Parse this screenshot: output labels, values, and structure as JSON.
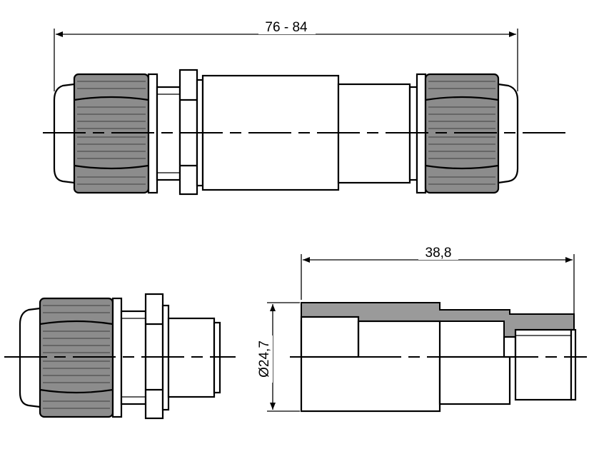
{
  "drawing": {
    "dimensions": {
      "overall_length": "76 - 84",
      "section_length": "38,8",
      "section_diameter": "Ø24,7"
    },
    "colors": {
      "line": "#000000",
      "nut_fill": "#8c8c8c",
      "section_fill": "#9a9a9a",
      "background": "#ffffff"
    }
  }
}
